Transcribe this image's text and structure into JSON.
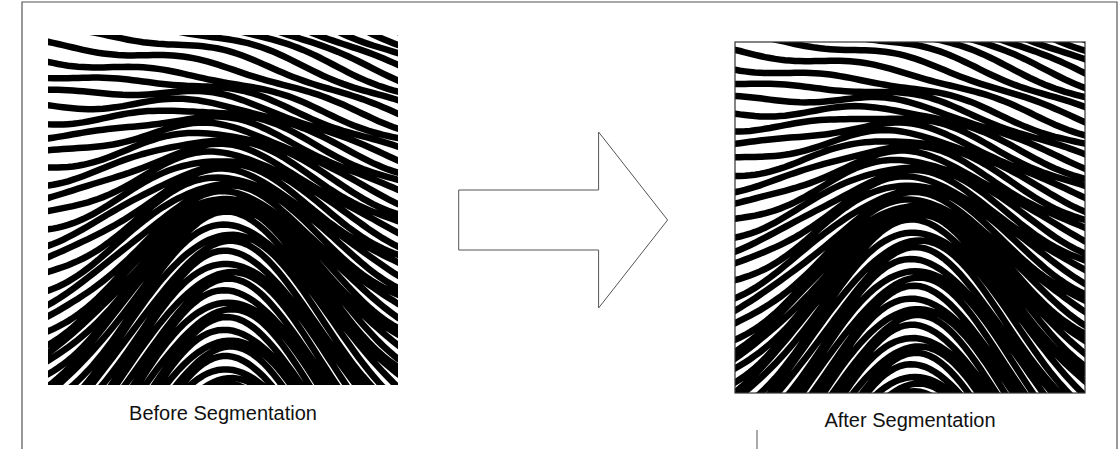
{
  "diagram": {
    "nodes": [
      {
        "text": [
          "Before Segmentation"
        ]
      },
      {
        "text": [
          "After Segmentation"
        ]
      }
    ],
    "edges": [
      {
        "from": 0,
        "to": 1,
        "arrow": "to"
      }
    ]
  }
}
